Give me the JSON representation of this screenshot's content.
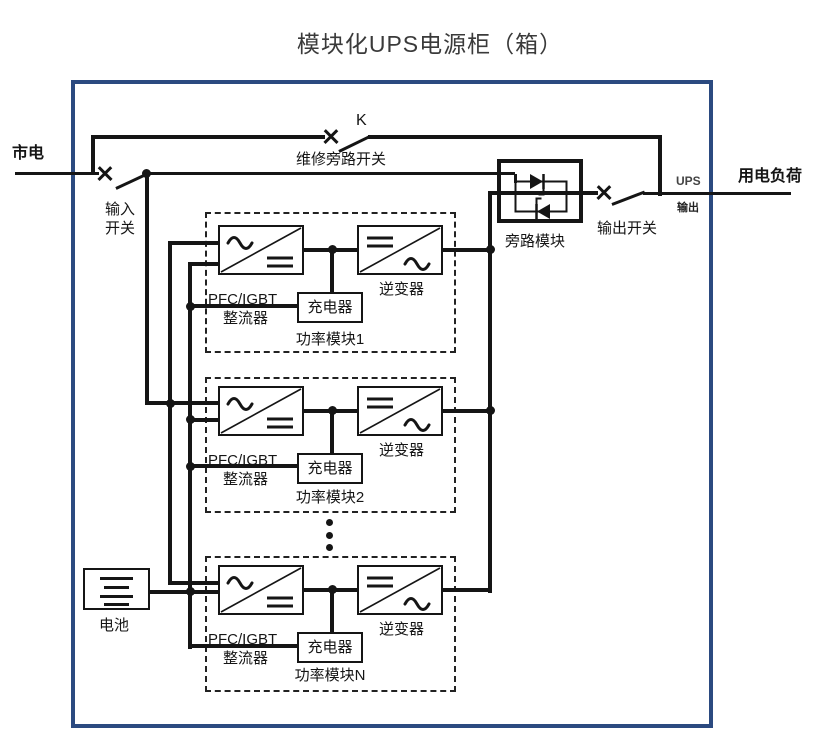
{
  "title": "模块化UPS电源柜（箱）",
  "colors": {
    "frame_blue": "#2b4a80",
    "line_black": "#151515"
  },
  "left_side": {
    "mains": "市电"
  },
  "top_path": {
    "k": "K",
    "maintenance_switch": "维修旁路开关"
  },
  "input_switch": {
    "line1": "输入",
    "line2": "开关"
  },
  "bypass_module": {
    "label": "旁路模块"
  },
  "output_switch": {
    "label": "输出开关"
  },
  "output_terminal": {
    "ups": "UPS",
    "output": "输出",
    "load": "用电负荷"
  },
  "battery": {
    "label": "电池"
  },
  "modules": [
    {
      "name": "功率模块1",
      "pfc": "PFC/IGBT",
      "rectifier": "整流器",
      "charger": "充电器",
      "inverter": "逆变器"
    },
    {
      "name": "功率模块2",
      "pfc": "PFC/IGBT",
      "rectifier": "整流器",
      "charger": "充电器",
      "inverter": "逆变器"
    },
    {
      "name": "功率模块N",
      "pfc": "PFC/IGBT",
      "rectifier": "整流器",
      "charger": "充电器",
      "inverter": "逆变器"
    }
  ]
}
